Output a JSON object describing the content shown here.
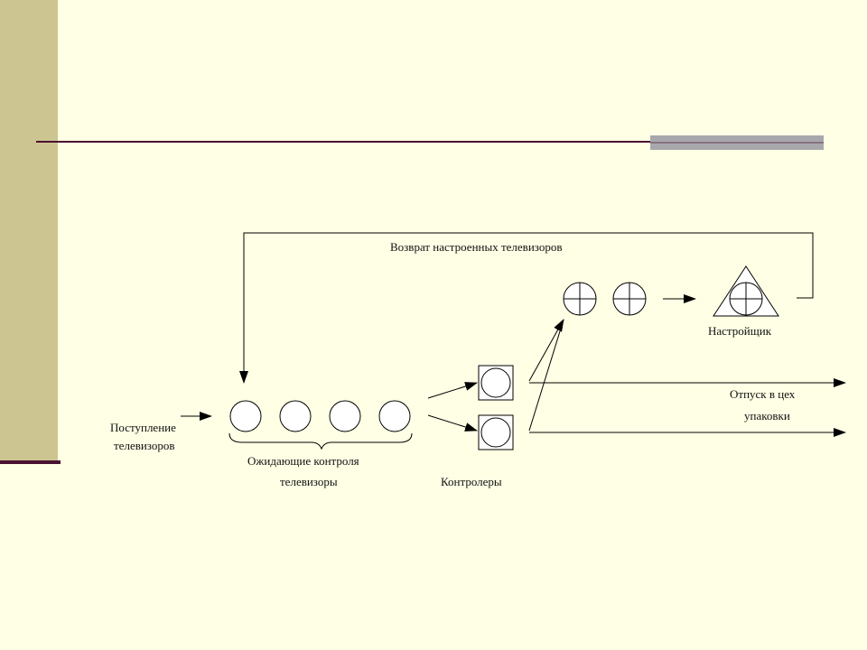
{
  "slide": {
    "colors": {
      "background": "#FFFFE5",
      "sidebar": "#CCC591",
      "rule": "#4A1232",
      "accent": "#A8A8AC"
    }
  },
  "diagram": {
    "labels": {
      "return": "Возврат настроенных телевизоров",
      "adjuster": "Настройщик",
      "release_line1": "Отпуск в цех",
      "release_line2": "упаковки",
      "arrival_line1": "Поступление",
      "arrival_line2": "телевизоров",
      "waiting_line1": "Ожидающие контроля",
      "waiting_line2": "телевизоры",
      "controllers": "Контролеры"
    }
  }
}
